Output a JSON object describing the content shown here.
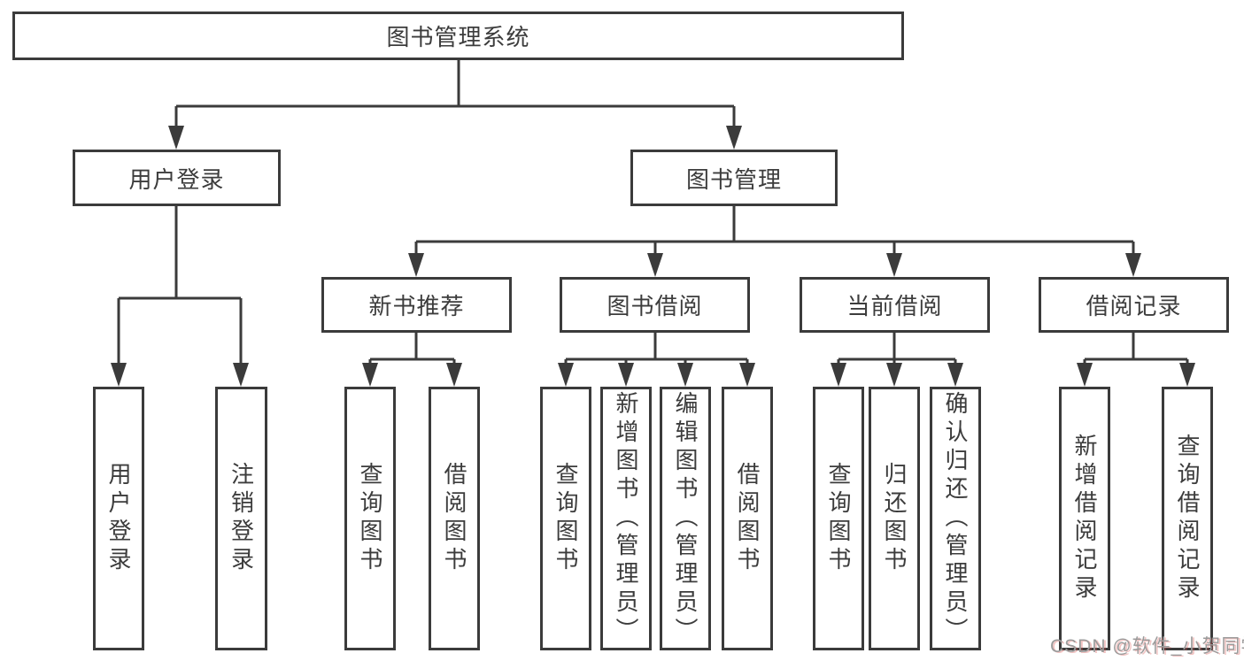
{
  "diagram": {
    "root": {
      "label": "图书管理系统"
    },
    "branches": [
      {
        "label": "用户登录",
        "children": [
          {
            "label": "用户登录"
          },
          {
            "label": "注销登录"
          }
        ]
      },
      {
        "label": "图书管理",
        "children": [
          {
            "label": "新书推荐",
            "children": [
              {
                "label": "查询图书"
              },
              {
                "label": "借阅图书"
              }
            ]
          },
          {
            "label": "图书借阅",
            "children": [
              {
                "label": "查询图书"
              },
              {
                "label": "新增图书（管理员）"
              },
              {
                "label": "编辑图书（管理员）"
              },
              {
                "label": "借阅图书"
              }
            ]
          },
          {
            "label": "当前借阅",
            "children": [
              {
                "label": "查询图书"
              },
              {
                "label": "归还图书"
              },
              {
                "label": "确认归还（管理员）"
              }
            ]
          },
          {
            "label": "借阅记录",
            "children": [
              {
                "label": "新增借阅记录"
              },
              {
                "label": "查询借阅记录"
              }
            ]
          }
        ]
      }
    ]
  },
  "watermark": {
    "text": "CSDN @软件_小贺同学"
  },
  "colors": {
    "line": "#3b3b3b",
    "text": "#3c3c3c",
    "box-bg": "#ffffff",
    "page-bg": "#ffffff",
    "watermark": "#9b9b9b",
    "watermark-accent": "#d9534f"
  }
}
